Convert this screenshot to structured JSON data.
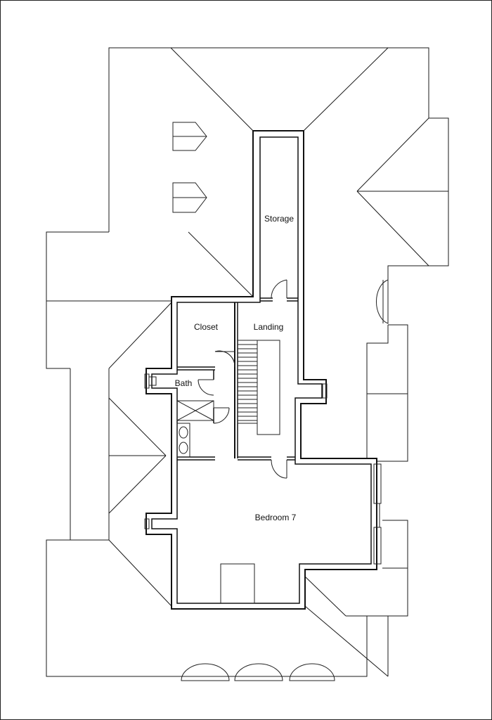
{
  "plan": {
    "rooms": [
      {
        "id": "storage",
        "label": "Storage"
      },
      {
        "id": "closet",
        "label": "Closet"
      },
      {
        "id": "landing",
        "label": "Landing"
      },
      {
        "id": "bath",
        "label": "Bath"
      },
      {
        "id": "bedroom",
        "label": "Bedroom 7"
      }
    ]
  }
}
